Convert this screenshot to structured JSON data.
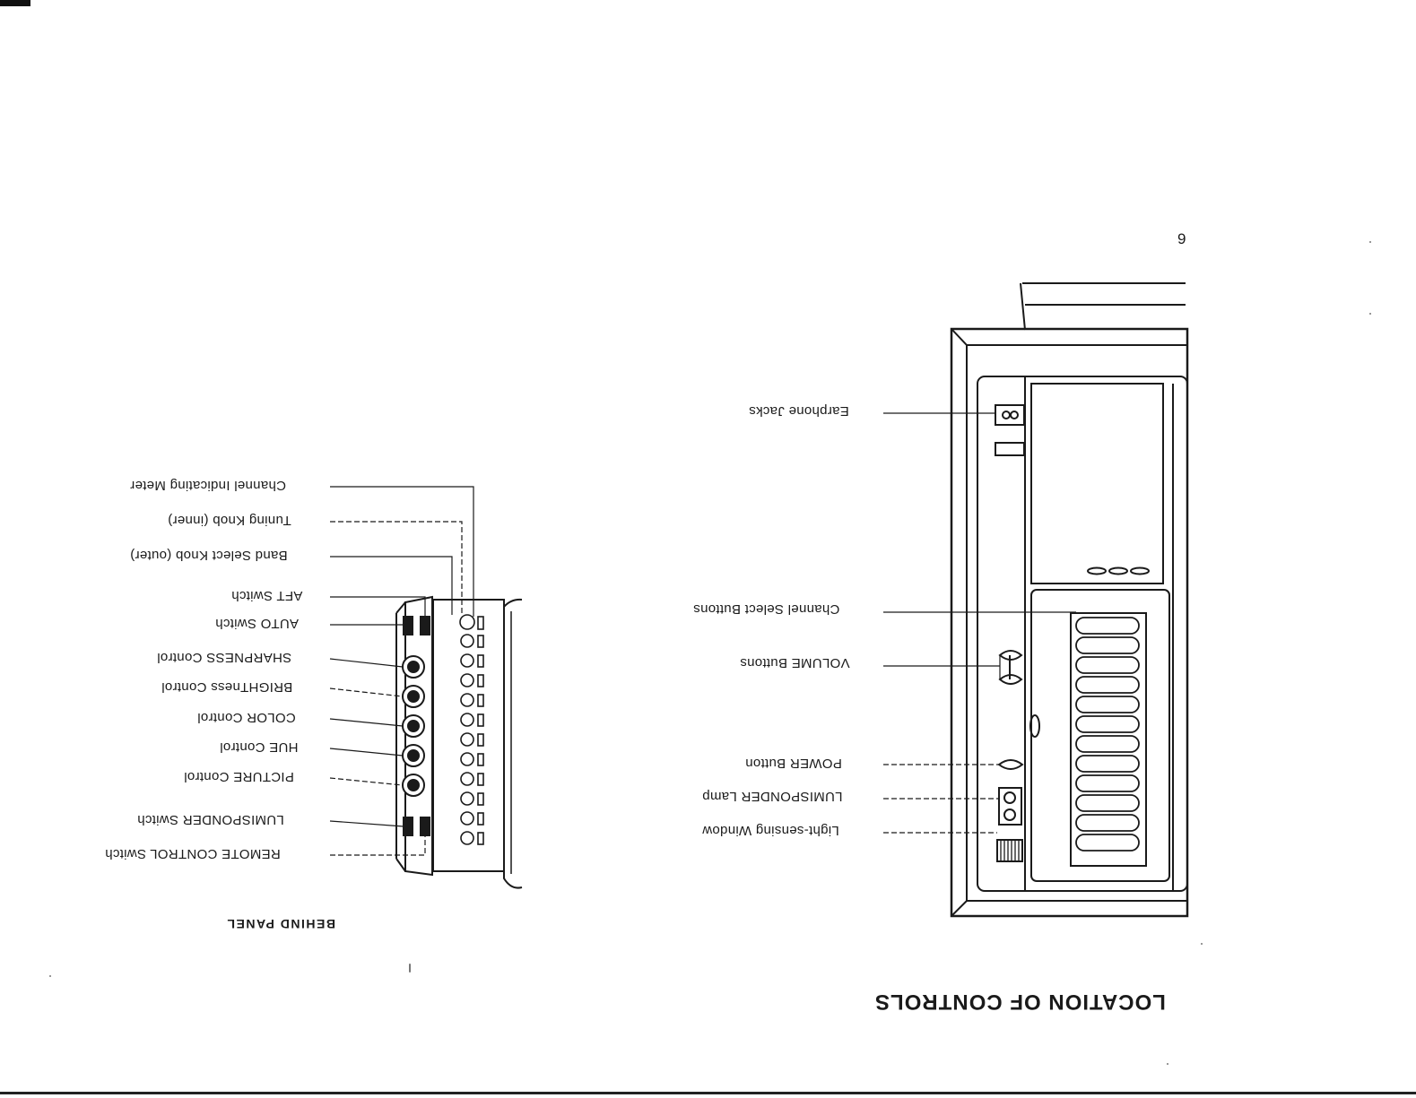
{
  "page": {
    "number": "9",
    "title": "LOCATION OF CONTROLS",
    "subtitle": "BEHIND PANEL"
  },
  "front_labels": [
    "Earphone Jacks",
    "Channel Select Buttons",
    "VOLUME Buttons",
    "POWER Button",
    "LUMISPONDER Lamp",
    "Light-sensing Window"
  ],
  "panel_labels": [
    "Channel Indicating Meter",
    "Tuning Knob (inner)",
    "Band Select Knob (outer)",
    "AFT Switch",
    "AUTO Switch",
    "SHARPNESS Control",
    "BRIGHTness Control",
    "COLOR Control",
    "HUE Control",
    "PICTURE Control",
    "LUMISPONDER Switch",
    "REMOTE CONTROL Switch"
  ]
}
